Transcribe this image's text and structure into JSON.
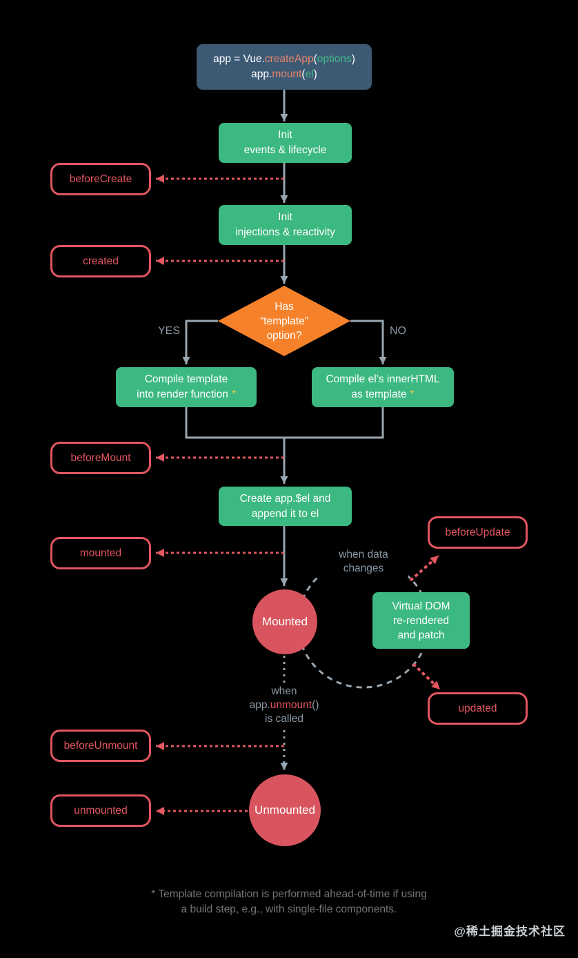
{
  "colors": {
    "bg": "#000000",
    "blue": "#3d5a75",
    "green": "#3cb881",
    "orange": "#f5822b",
    "red": "#e25760",
    "red-fill": "#d8545e",
    "line": "#9aa7b1",
    "gray-text": "#8b99a5",
    "yellow": "#eccd4f",
    "salmon": "#e8846b",
    "code-green": "#42b983",
    "footnote": "#757575",
    "watermark": "#c9ced2"
  },
  "code": {
    "l1_obj": "app = Vue.",
    "l1_fn": "createApp",
    "l1_p1": "(",
    "l1_arg": "options",
    "l1_p2": ")",
    "l2_obj": "app.",
    "l2_fn": "mount",
    "l2_p1": "(",
    "l2_arg": "el",
    "l2_p2": ")"
  },
  "nodes": {
    "init_events": {
      "l1": "Init",
      "l2": "events & lifecycle"
    },
    "init_injections": {
      "l1": "Init",
      "l2": "injections & reactivity"
    },
    "has_template": {
      "l1": "Has",
      "l2": "“template”",
      "l3": "option?"
    },
    "compile_template": {
      "l1": "Compile template",
      "l2": "into render function",
      "ast": "*"
    },
    "compile_el": {
      "l1": "Compile el’s innerHTML",
      "l2": "as template",
      "ast": "*"
    },
    "create_el": {
      "l1": "Create app.$el and",
      "l2": "append it to el"
    },
    "vdom": {
      "l1": "Virtual DOM",
      "l2": "re-rendered",
      "l3": "and patch"
    },
    "mounted": "Mounted",
    "unmounted": "Unmounted"
  },
  "hooks": {
    "beforeCreate": "beforeCreate",
    "created": "created",
    "beforeMount": "beforeMount",
    "mounted": "mounted",
    "beforeUpdate": "beforeUpdate",
    "updated": "updated",
    "beforeUnmount": "beforeUnmount",
    "unmounted": "unmounted"
  },
  "labels": {
    "yes": "YES",
    "no": "NO",
    "when_data_l1": "when data",
    "when_data_l2": "changes",
    "when_unmount_l1": "when",
    "unmount_pre": "app.",
    "unmount_fn": "unmount",
    "unmount_post": "()",
    "when_unmount_l3": "is called"
  },
  "footnote": {
    "l1": "* Template compilation is performed ahead-of-time if using",
    "l2": "a build step, e.g., with single-file components."
  },
  "watermark": "@稀土掘金技术社区"
}
